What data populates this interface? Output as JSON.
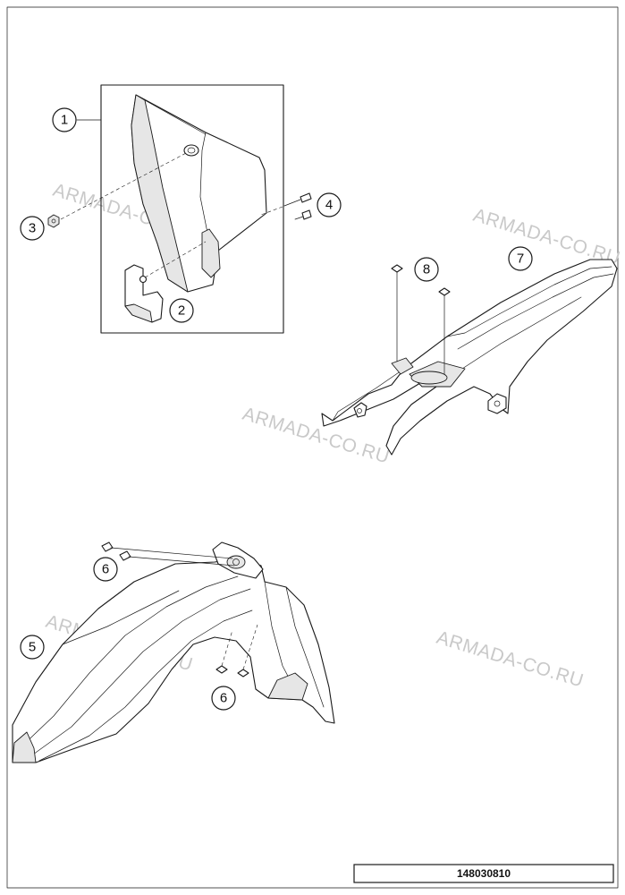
{
  "watermark_text": "ARMADA-CO.RU",
  "part_number": "148030810",
  "callouts": [
    "1",
    "2",
    "3",
    "4",
    "5",
    "6",
    "6",
    "7",
    "8"
  ],
  "colors": {
    "line": "#1a1a1a",
    "watermark": "#c9c9c9",
    "shade": "#e6e6e6"
  }
}
